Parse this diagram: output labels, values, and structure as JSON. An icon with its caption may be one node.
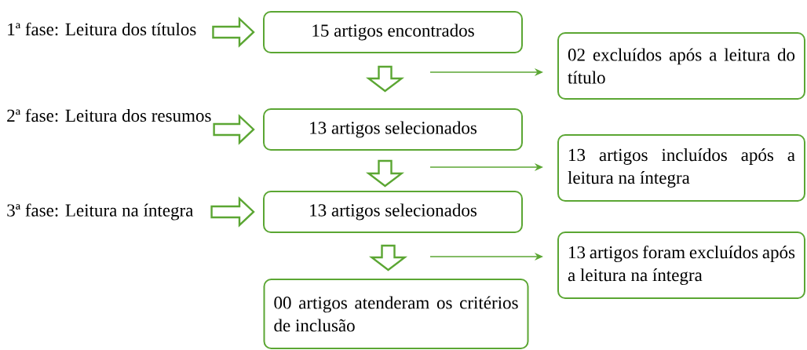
{
  "diagram": {
    "nodes": [
      {
        "text": [
          "1ª fase: Leitura dos títulos"
        ]
      },
      {
        "text": [
          "15 artigos encontrados"
        ]
      },
      {
        "text": [
          "02 excluídos após a leitura do título"
        ]
      },
      {
        "text": [
          "2ª fase: Leitura dos resumos"
        ]
      },
      {
        "text": [
          "13 artigos selecionados"
        ]
      },
      {
        "text": [
          "13 artigos incluídos após a leitura na íntegra"
        ]
      },
      {
        "text": [
          "3ª fase: Leitura na íntegra"
        ]
      },
      {
        "text": [
          "13 artigos selecionados"
        ]
      },
      {
        "text": [
          "13 artigos foram excluídos após a leitura na íntegra"
        ]
      },
      {
        "text": [
          "00 artigos atenderam os critérios de inclusão"
        ]
      }
    ],
    "edges": [
      {
        "from": 0,
        "to": 1,
        "arrow": "to",
        "style": "thick"
      },
      {
        "from": 1,
        "to": 4,
        "arrow": "to",
        "style": "thick"
      },
      {
        "from": null,
        "to": 2,
        "arrow": "to"
      },
      {
        "from": 3,
        "to": 4,
        "arrow": "to",
        "style": "thick"
      },
      {
        "from": 4,
        "to": 7,
        "arrow": "to",
        "style": "thick"
      },
      {
        "from": null,
        "to": 5,
        "arrow": "to"
      },
      {
        "from": 6,
        "to": 7,
        "arrow": "to",
        "style": "thick"
      },
      {
        "from": 7,
        "to": 9,
        "arrow": "to",
        "style": "thick"
      },
      {
        "from": null,
        "to": 8,
        "arrow": "to"
      }
    ]
  }
}
